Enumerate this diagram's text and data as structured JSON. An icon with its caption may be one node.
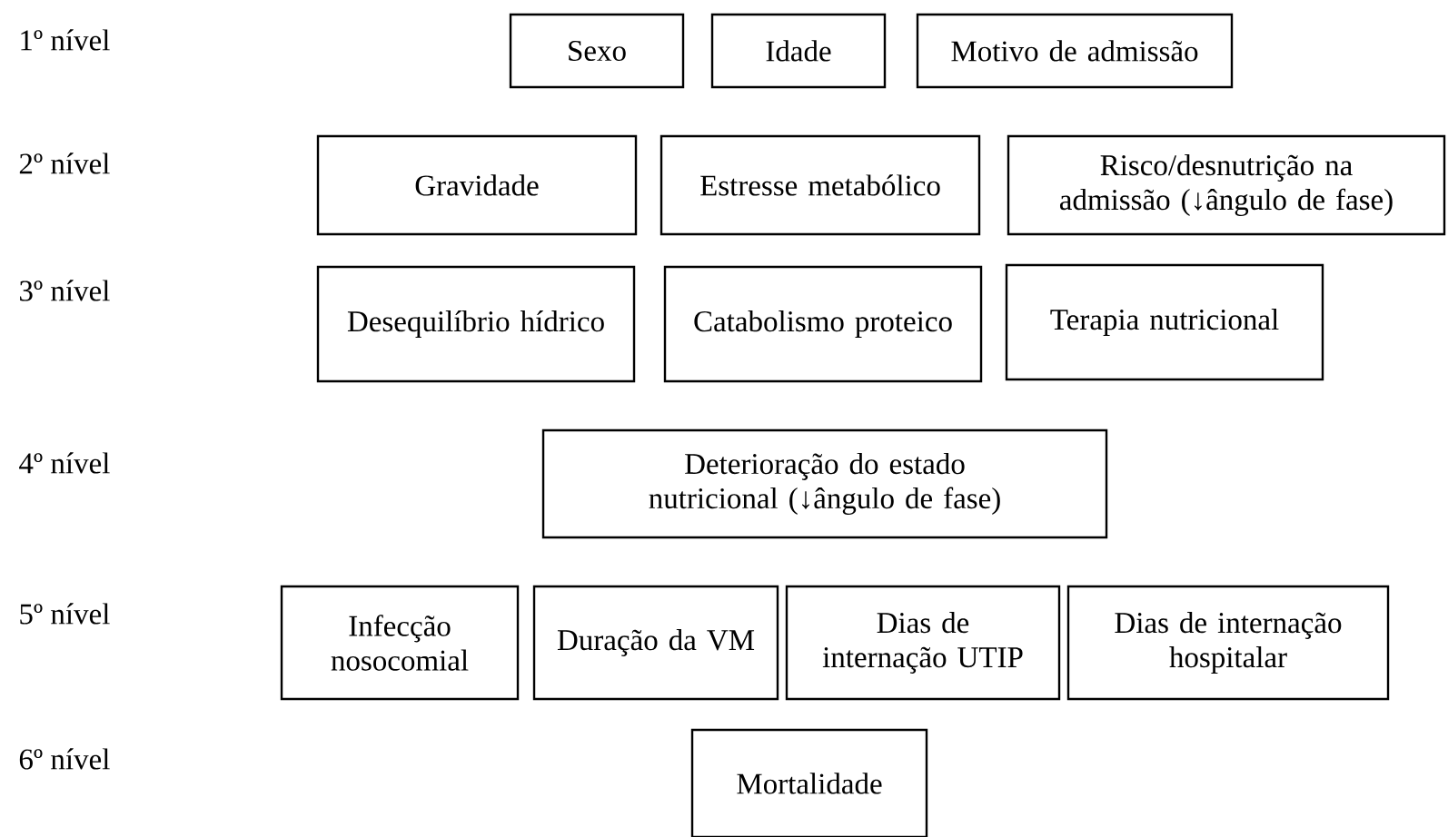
{
  "diagram": {
    "nodes": [
      {
        "text": [
          "Sexo"
        ]
      },
      {
        "text": [
          "Idade"
        ]
      },
      {
        "text": [
          "Motivo de admissão"
        ]
      },
      {
        "text": [
          "Gravidade"
        ]
      },
      {
        "text": [
          "Estresse metabólico"
        ]
      },
      {
        "text": [
          "Risco/desnutrição na admissão (↓ângulo de fase)"
        ]
      },
      {
        "text": [
          "Desequilíbrio hídrico"
        ]
      },
      {
        "text": [
          "Catabolismo proteico"
        ]
      },
      {
        "text": [
          "Terapia nutricional"
        ]
      },
      {
        "text": [
          "Deterioração do estado nutricional (↓ângulo de fase)"
        ]
      },
      {
        "text": [
          "Infecção nosocomial"
        ]
      },
      {
        "text": [
          "Duração da VM"
        ]
      },
      {
        "text": [
          "Dias de internação UTIP"
        ]
      },
      {
        "text": [
          "Dias de internação hospitalar"
        ]
      },
      {
        "text": [
          "Mortalidade"
        ]
      }
    ],
    "labels": [
      "1º nível",
      "2º nível",
      "3º nível",
      "4º nível",
      "5º nível",
      "6º nível"
    ]
  }
}
